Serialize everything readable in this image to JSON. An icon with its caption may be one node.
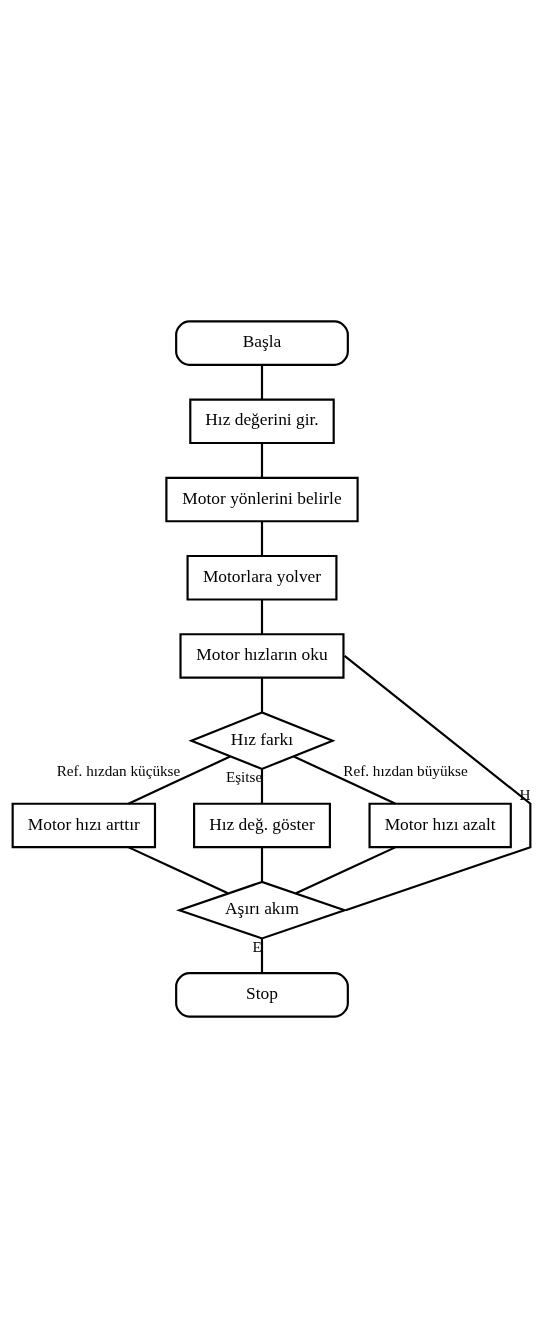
{
  "diagram": {
    "nodes": [
      {
        "text": [
          "Başla"
        ]
      },
      {
        "text": [
          "Hız değerini gir."
        ]
      },
      {
        "text": [
          "Motor yönlerini belirle"
        ]
      },
      {
        "text": [
          "Motorlara yolver"
        ]
      },
      {
        "text": [
          "Motor hızların oku"
        ]
      },
      {
        "text": [
          "Hız farkı"
        ]
      },
      {
        "text": [
          "Motor hızı arttır"
        ]
      },
      {
        "text": [
          "Hız değ. göster"
        ]
      },
      {
        "text": [
          "Motor hızı azalt"
        ]
      },
      {
        "text": [
          "Aşırı akım"
        ]
      },
      {
        "text": [
          "Stop"
        ]
      }
    ],
    "edges": [
      {
        "from": 0,
        "to": 1,
        "arrow": "none"
      },
      {
        "from": 1,
        "to": 2,
        "arrow": "none"
      },
      {
        "from": 2,
        "to": 3,
        "arrow": "none"
      },
      {
        "from": 3,
        "to": 4,
        "arrow": "none"
      },
      {
        "from": 4,
        "to": 5,
        "arrow": "none"
      },
      {
        "from": 5,
        "to": 6,
        "arrow": "none",
        "label": "Ref. hızdan küçükse"
      },
      {
        "from": 5,
        "to": 7,
        "arrow": "none",
        "label": "Eşitse"
      },
      {
        "from": 5,
        "to": 8,
        "arrow": "none",
        "label": "Ref. hızdan büyükse"
      },
      {
        "from": 6,
        "to": 9,
        "arrow": "none"
      },
      {
        "from": 7,
        "to": 9,
        "arrow": "none"
      },
      {
        "from": 8,
        "to": 9,
        "arrow": "none"
      },
      {
        "from": 9,
        "to": 4,
        "arrow": "none",
        "label": "H"
      },
      {
        "from": 9,
        "to": 10,
        "arrow": "none",
        "label": "E"
      }
    ]
  }
}
